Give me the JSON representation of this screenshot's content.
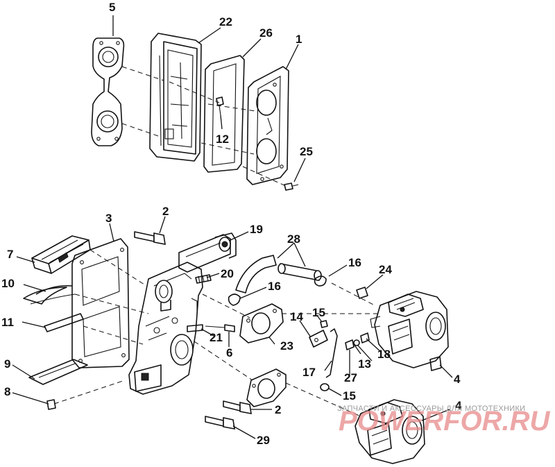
{
  "callouts": {
    "n1": "1",
    "n2a": "2",
    "n2b": "2",
    "n3": "3",
    "n4a": "4",
    "n4b": "4",
    "n5": "5",
    "n6": "6",
    "n7": "7",
    "n8": "8",
    "n9": "9",
    "n10": "10",
    "n11": "11",
    "n12": "12",
    "n13": "13",
    "n14": "14",
    "n15a": "15",
    "n15b": "15",
    "n16a": "16",
    "n16b": "16",
    "n17": "17",
    "n18": "18",
    "n19": "19",
    "n20": "20",
    "n21": "21",
    "n22": "22",
    "n23": "23",
    "n24": "24",
    "n25": "25",
    "n26": "26",
    "n27": "27",
    "n28": "28",
    "n29": "29"
  },
  "watermark": {
    "caption": "ЗАПЧАСТИ И АКСЕССУАРЫ ДЛЯ МОТОТЕХНИКИ",
    "brand": "POWERFOR.RU"
  },
  "colors": {
    "line": "#111111",
    "background": "#ffffff",
    "watermark_brand": "#e88a8a",
    "watermark_caption": "#9a9a9a"
  }
}
